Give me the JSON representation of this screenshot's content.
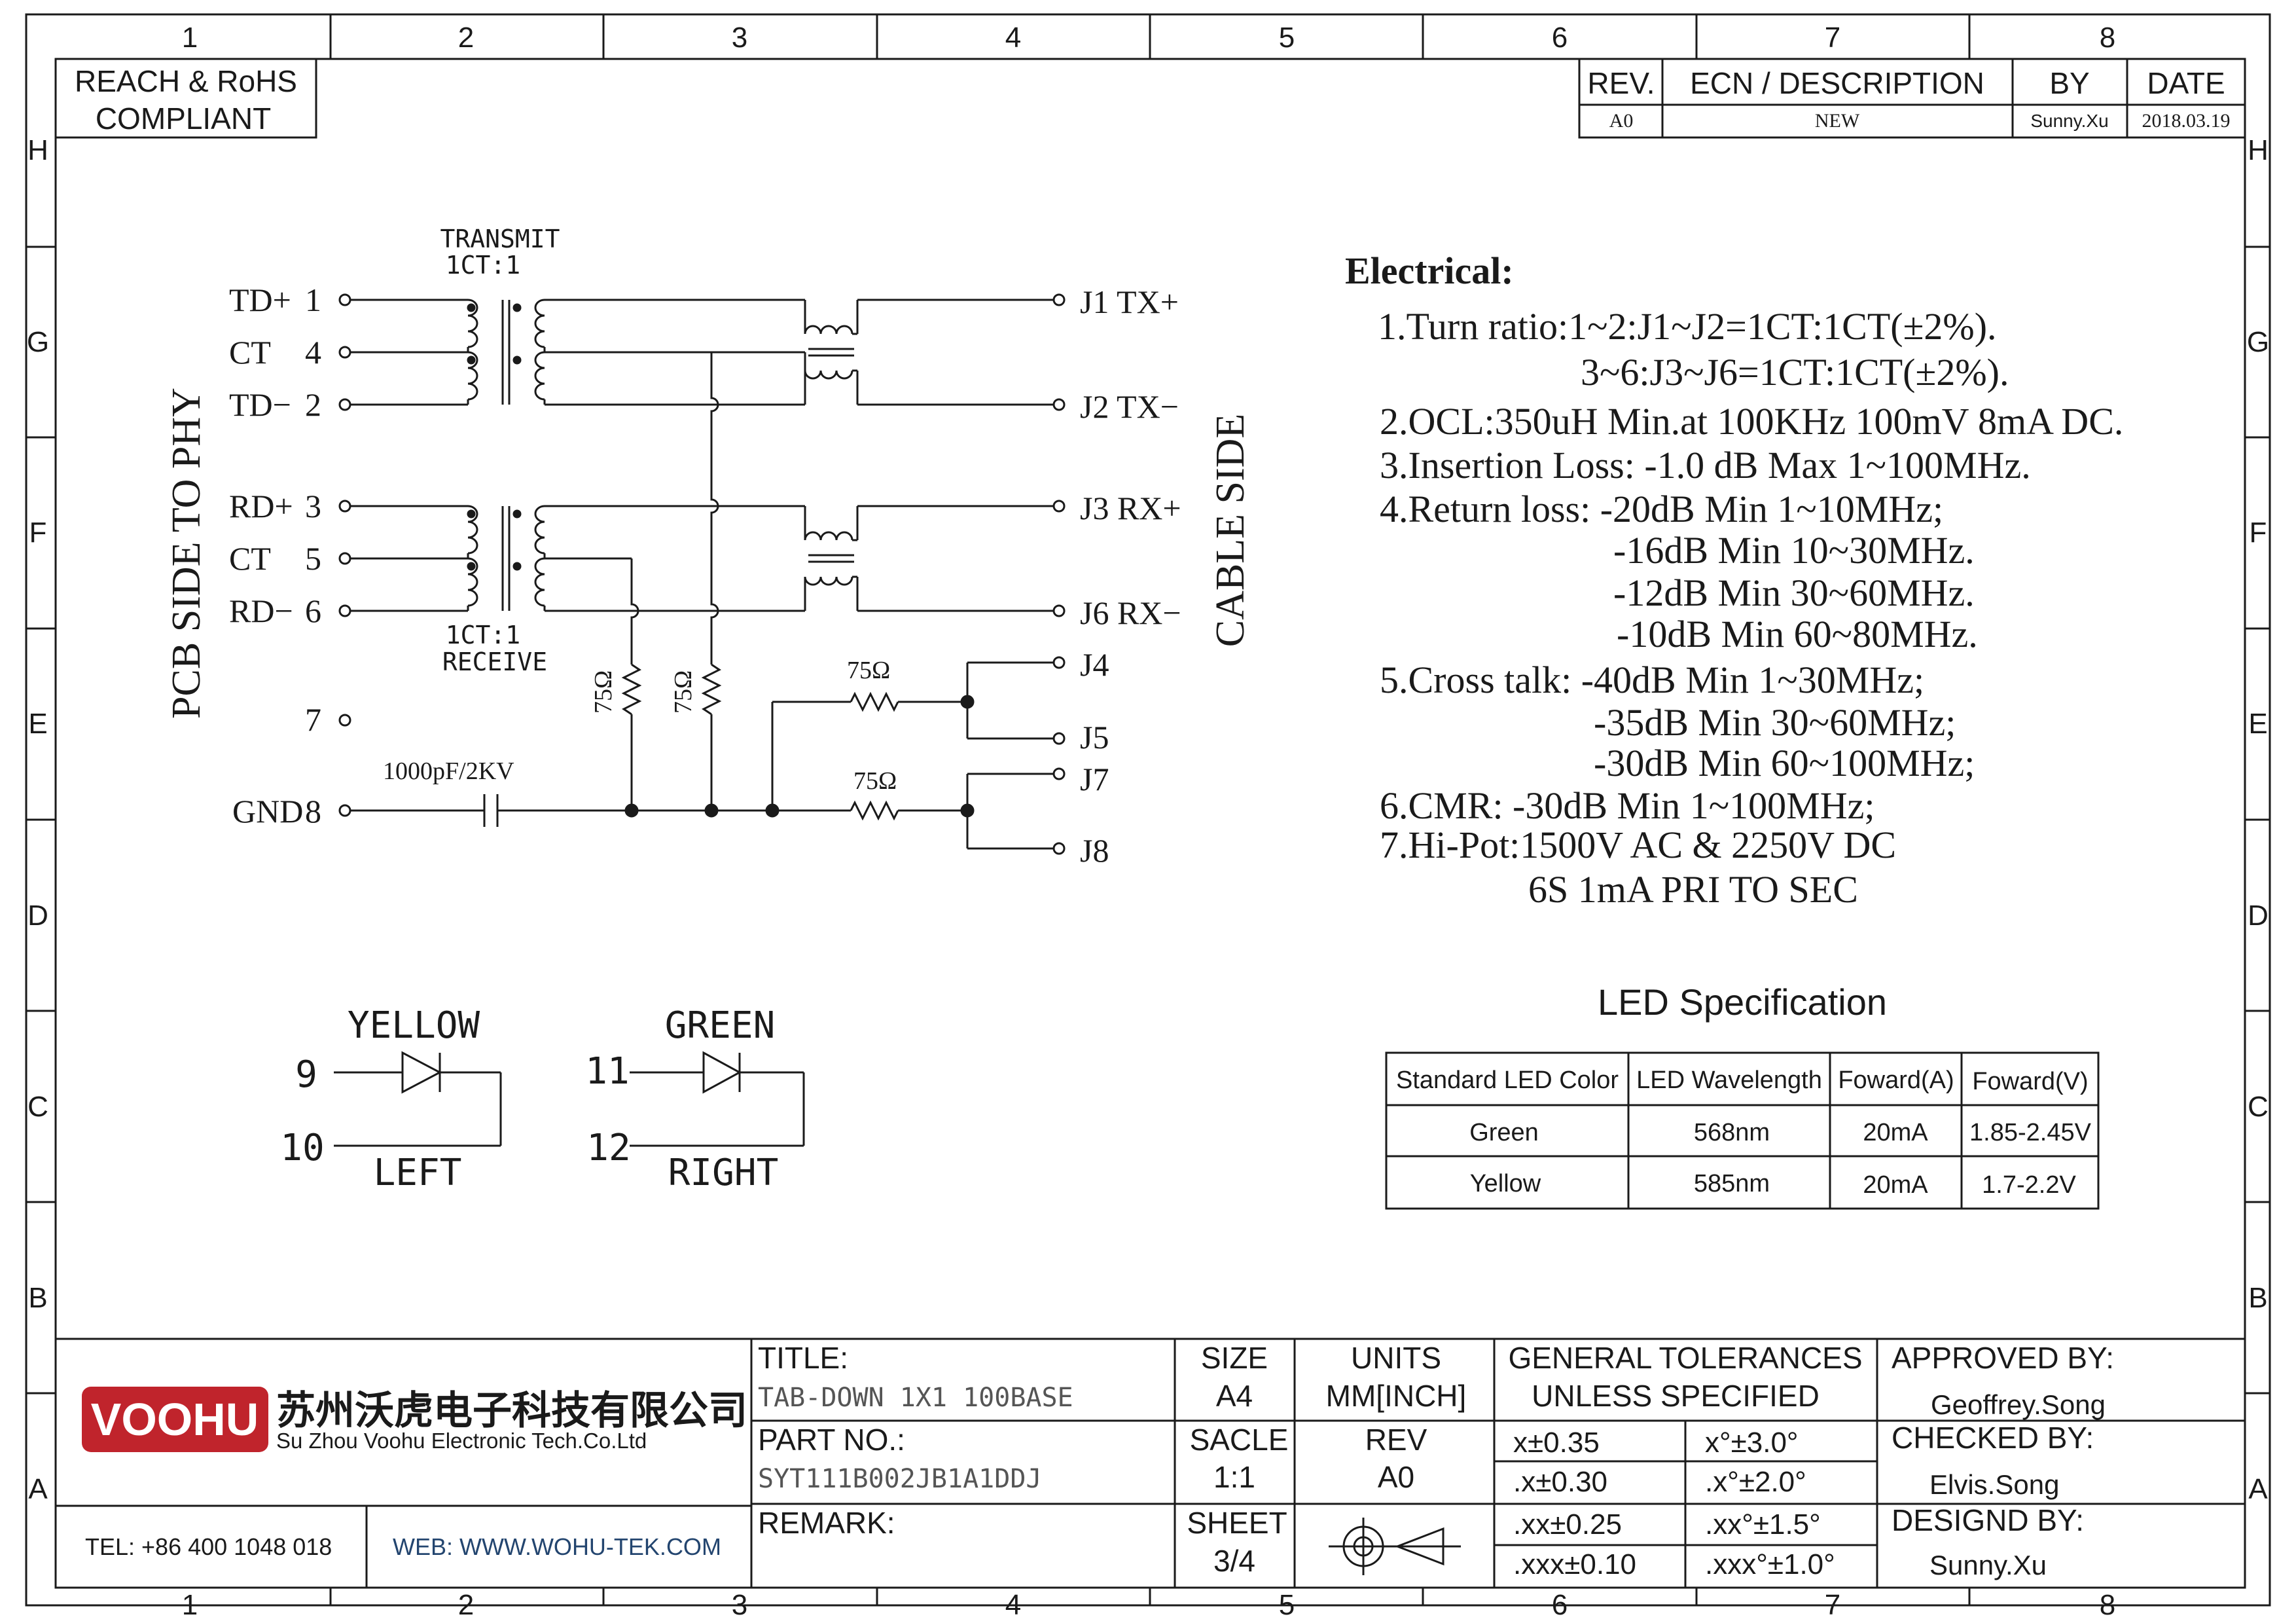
{
  "compliance": {
    "line1": "REACH & RoHS",
    "line2": "COMPLIANT"
  },
  "frame": {
    "columns": [
      "1",
      "2",
      "3",
      "4",
      "5",
      "6",
      "7",
      "8"
    ],
    "rows": [
      "H",
      "G",
      "F",
      "E",
      "D",
      "C",
      "B",
      "A"
    ]
  },
  "revision_table": {
    "headers": {
      "rev": "REV.",
      "ecn": "ECN / DESCRIPTION",
      "by": "BY",
      "date": "DATE"
    },
    "row": {
      "rev": "A0",
      "ecn": "NEW",
      "by": "Sunny.Xu",
      "date": "2018.03.19"
    }
  },
  "schematic": {
    "transmit_label": "TRANSMIT",
    "transmit_ratio": "1CT:1",
    "receive_ratio": "1CT:1",
    "receive_label": "RECEIVE",
    "pcb_side": "PCB SIDE TO PHY",
    "cable_side": "CABLE SIDE",
    "pins": {
      "td_plus": {
        "name": "TD+",
        "num": "1"
      },
      "ct1": {
        "name": "CT",
        "num": "4"
      },
      "td_minus": {
        "name": "TD−",
        "num": "2"
      },
      "rd_plus": {
        "name": "RD+",
        "num": "3"
      },
      "ct2": {
        "name": "CT",
        "num": "5"
      },
      "rd_minus": {
        "name": "RD−",
        "num": "6"
      },
      "p7": {
        "name": "",
        "num": "7"
      },
      "gnd": {
        "name": "GND",
        "num": "8"
      }
    },
    "jacks": {
      "j1": "J1  TX+",
      "j2": "J2  TX−",
      "j3": "J3  RX+",
      "j6": "J6  RX−",
      "j4": "J4",
      "j5": "J5",
      "j7": "J7",
      "j8": "J8"
    },
    "resistor": "75Ω",
    "capacitor": "1000pF/2KV"
  },
  "leds": {
    "yellow": {
      "color": "YELLOW",
      "pin_a": "9",
      "pin_b": "10",
      "side": "LEFT"
    },
    "green": {
      "color": "GREEN",
      "pin_a": "11",
      "pin_b": "12",
      "side": "RIGHT"
    }
  },
  "electrical": {
    "title": "Electrical:",
    "lines": [
      "1.Turn ratio:1~2:J1~J2=1CT:1CT(±2%).",
      "3~6:J3~J6=1CT:1CT(±2%).",
      "2.OCL:350uH Min.at 100KHz 100mV 8mA DC.",
      "3.Insertion Loss: -1.0 dB Max 1~100MHz.",
      "4.Return loss: -20dB Min 1~10MHz;",
      "-16dB Min 10~30MHz.",
      "-12dB Min 30~60MHz.",
      "-10dB Min 60~80MHz.",
      "5.Cross talk: -40dB Min 1~30MHz;",
      "-35dB Min 30~60MHz;",
      "-30dB Min 60~100MHz;",
      "6.CMR: -30dB Min 1~100MHz;",
      "7.Hi-Pot:1500V AC & 2250V DC",
      "6S 1mA PRI TO SEC"
    ]
  },
  "led_spec": {
    "title": "LED Specification",
    "headers": [
      "Standard LED Color",
      "LED Wavelength",
      "Foward(A)",
      "Foward(V)"
    ],
    "rows": [
      [
        "Green",
        "568nm",
        "20mA",
        "1.85-2.45V"
      ],
      [
        "Yellow",
        "585nm",
        "20mA",
        "1.7-2.2V"
      ]
    ]
  },
  "title_block": {
    "logo": "VOOHU",
    "company_cn": "苏州沃虎电子科技有限公司",
    "company_en": "Su Zhou Voohu Electronic Tech.Co.Ltd",
    "tel": "TEL: +86 400 1048 018",
    "web": "WEB: WWW.WOHU-TEK.COM",
    "title_label": "TITLE:",
    "title_value": "TAB-DOWN 1X1 100BASE",
    "part_label": "PART NO.:",
    "part_value": "SYT111B002JB1A1DDJ",
    "remark_label": "REMARK:",
    "size_label": "SIZE",
    "size_value": "A4",
    "scale_label": "SACLE",
    "scale_value": "1:1",
    "sheet_label": "SHEET",
    "sheet_value": "3/4",
    "units_label": "UNITS",
    "units_value": "MM[INCH]",
    "rev_label": "REV",
    "rev_value": "A0",
    "tol_line1": "GENERAL TOLERANCES",
    "tol_line2": "UNLESS SPECIFIED",
    "tolerances": [
      [
        "x±0.35",
        "x°±3.0°"
      ],
      [
        ".x±0.30",
        ".x°±2.0°"
      ],
      [
        ".xx±0.25",
        ".xx°±1.5°"
      ],
      [
        ".xxx±0.10",
        ".xxx°±1.0°"
      ]
    ],
    "approved_label": "APPROVED BY:",
    "approved_value": "Geoffrey.Song",
    "checked_label": "CHECKED BY:",
    "checked_value": "Elvis.Song",
    "designed_label": "DESIGND BY:",
    "designed_value": "Sunny.Xu",
    "accent_color": "#c0242c"
  }
}
